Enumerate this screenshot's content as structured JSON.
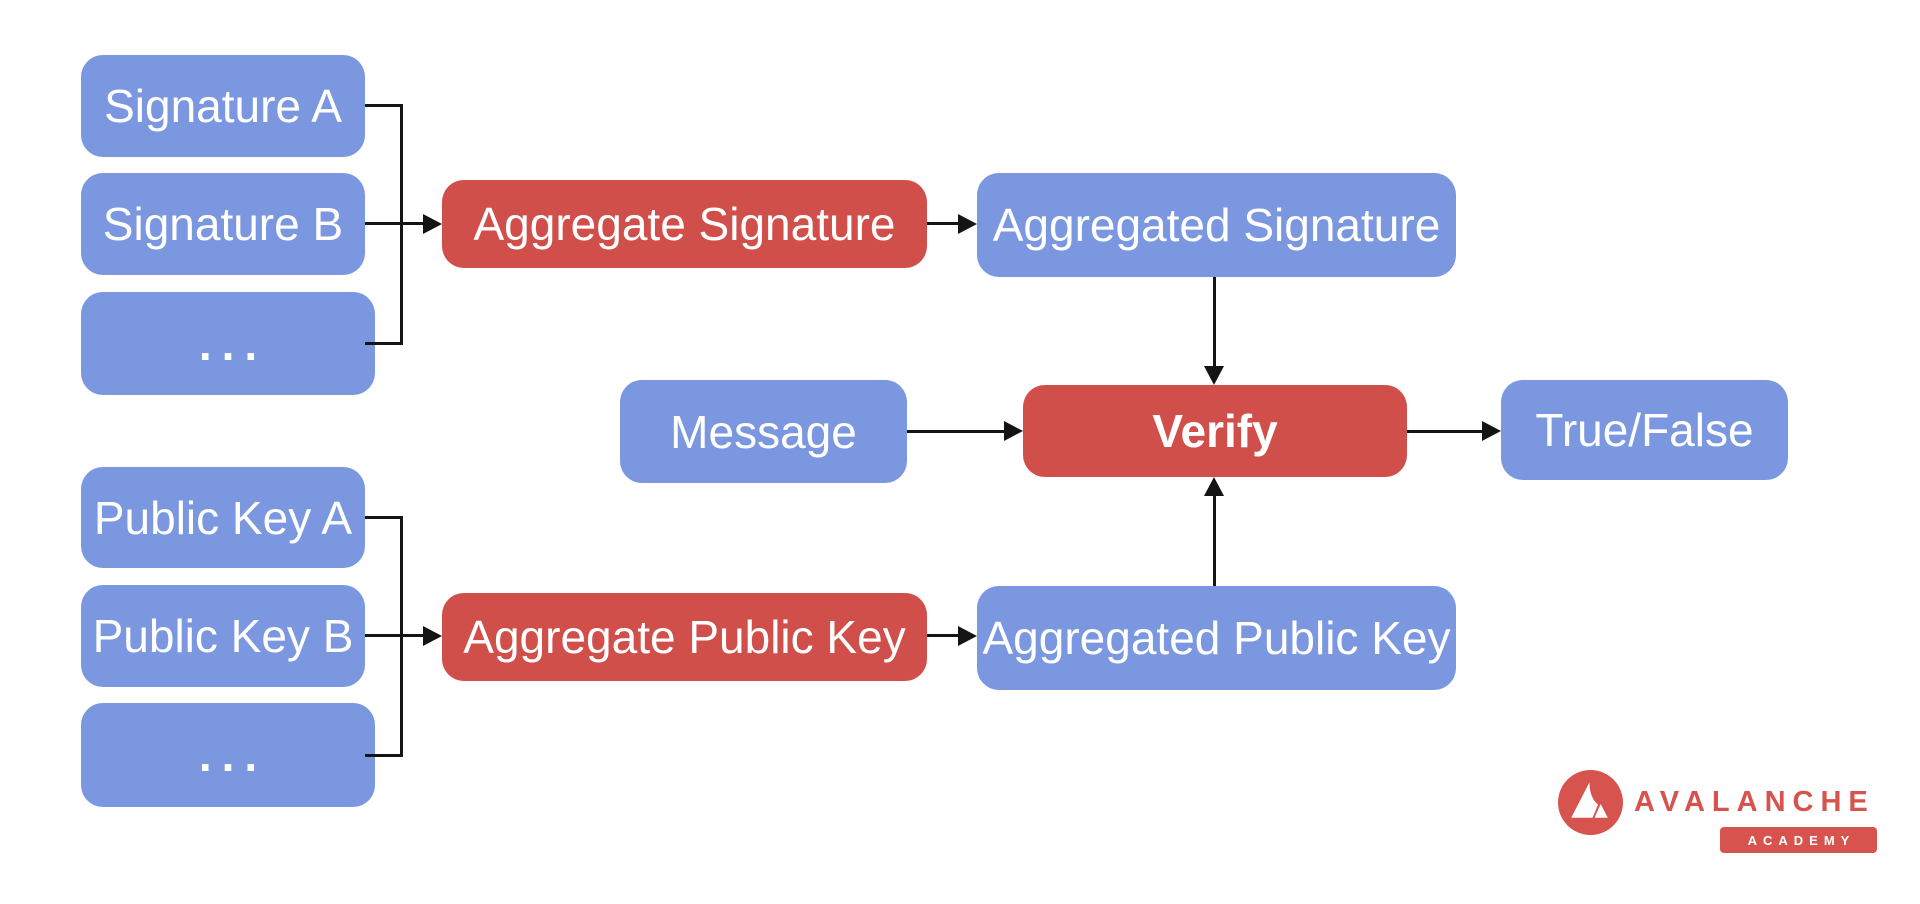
{
  "colors": {
    "box_blue": "#7B97E0",
    "box_red": "#D14F4A",
    "logo_red": "#D6534E",
    "line_black": "#141414",
    "text_white": "#FFFFFF",
    "background": "#FFFFFF"
  },
  "nodes": {
    "signature_a": {
      "label": "Signature A"
    },
    "signature_b": {
      "label": "Signature B"
    },
    "signatures_more": {
      "label": "..."
    },
    "aggregate_signature": {
      "label": "Aggregate Signature"
    },
    "aggregated_signature": {
      "label": "Aggregated Signature"
    },
    "message": {
      "label": "Message"
    },
    "verify": {
      "label": "Verify"
    },
    "true_false": {
      "label": "True/False"
    },
    "public_key_a": {
      "label": "Public Key A"
    },
    "public_key_b": {
      "label": "Public Key B"
    },
    "public_keys_more": {
      "label": "..."
    },
    "aggregate_public_key": {
      "label": "Aggregate Public Key"
    },
    "aggregated_public_key": {
      "label": "Aggregated Public Key"
    }
  },
  "logo": {
    "brand": "AVALANCHE",
    "program": "ACADEMY"
  }
}
